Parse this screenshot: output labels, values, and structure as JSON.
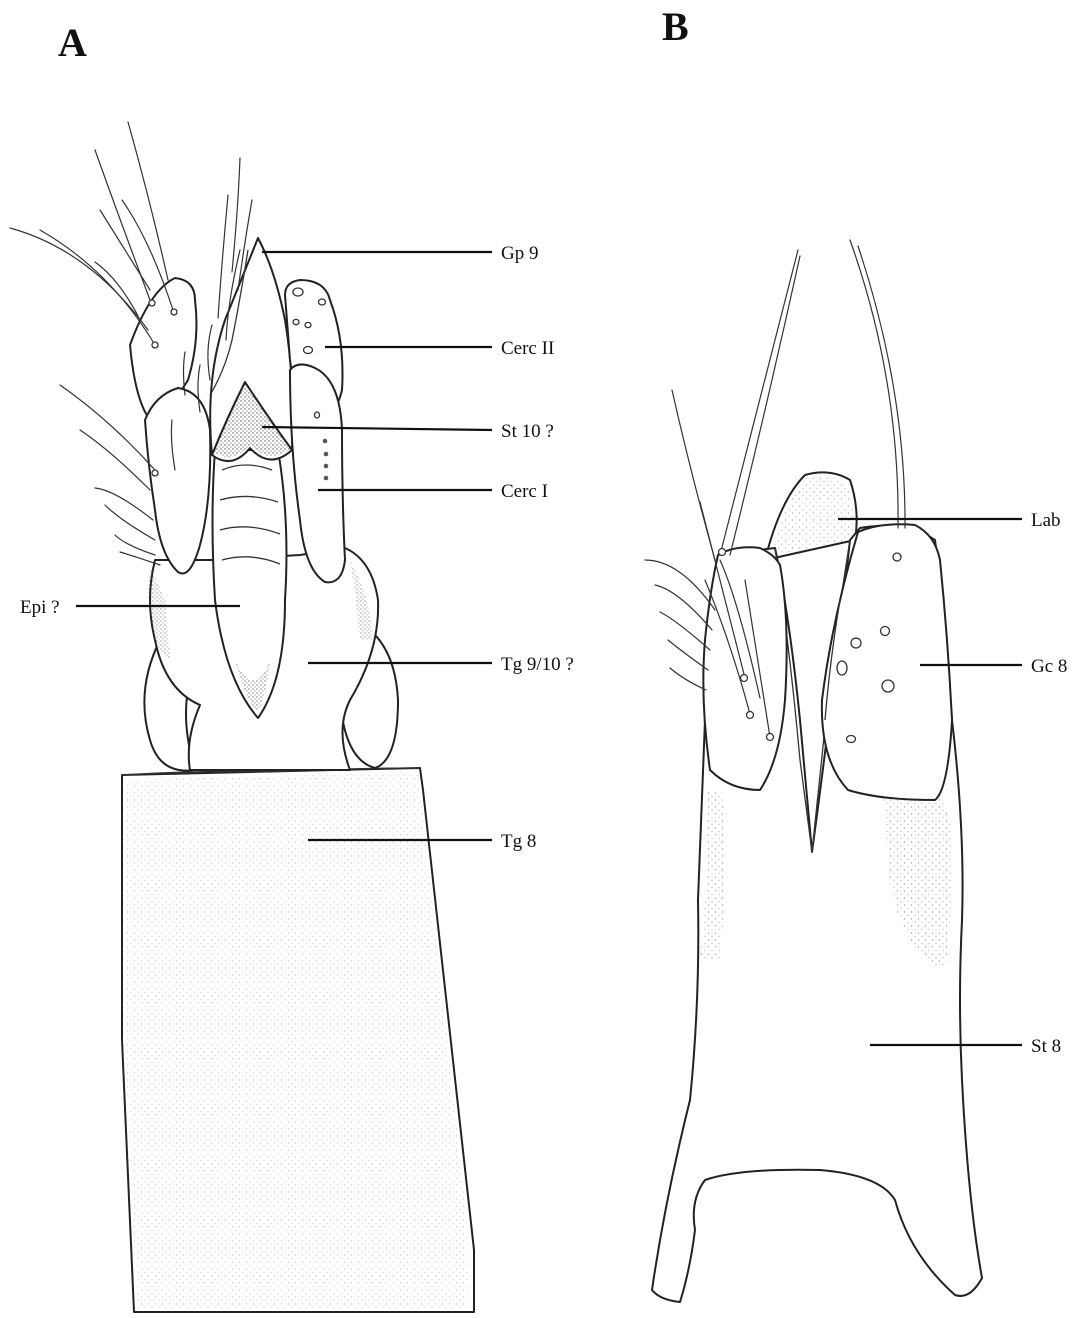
{
  "panels": [
    {
      "letter": "A",
      "labels": {
        "gp9": "Gp 9",
        "cerc2": "Cerc II",
        "st10": "St 10 ?",
        "cerc1": "Cerc I",
        "epi": "Epi ?",
        "tg910": "Tg 9/10 ?",
        "tg8": "Tg 8"
      }
    },
    {
      "letter": "B",
      "labels": {
        "lab": "Lab",
        "gc8": "Gc 8",
        "st8": "St 8"
      }
    }
  ]
}
